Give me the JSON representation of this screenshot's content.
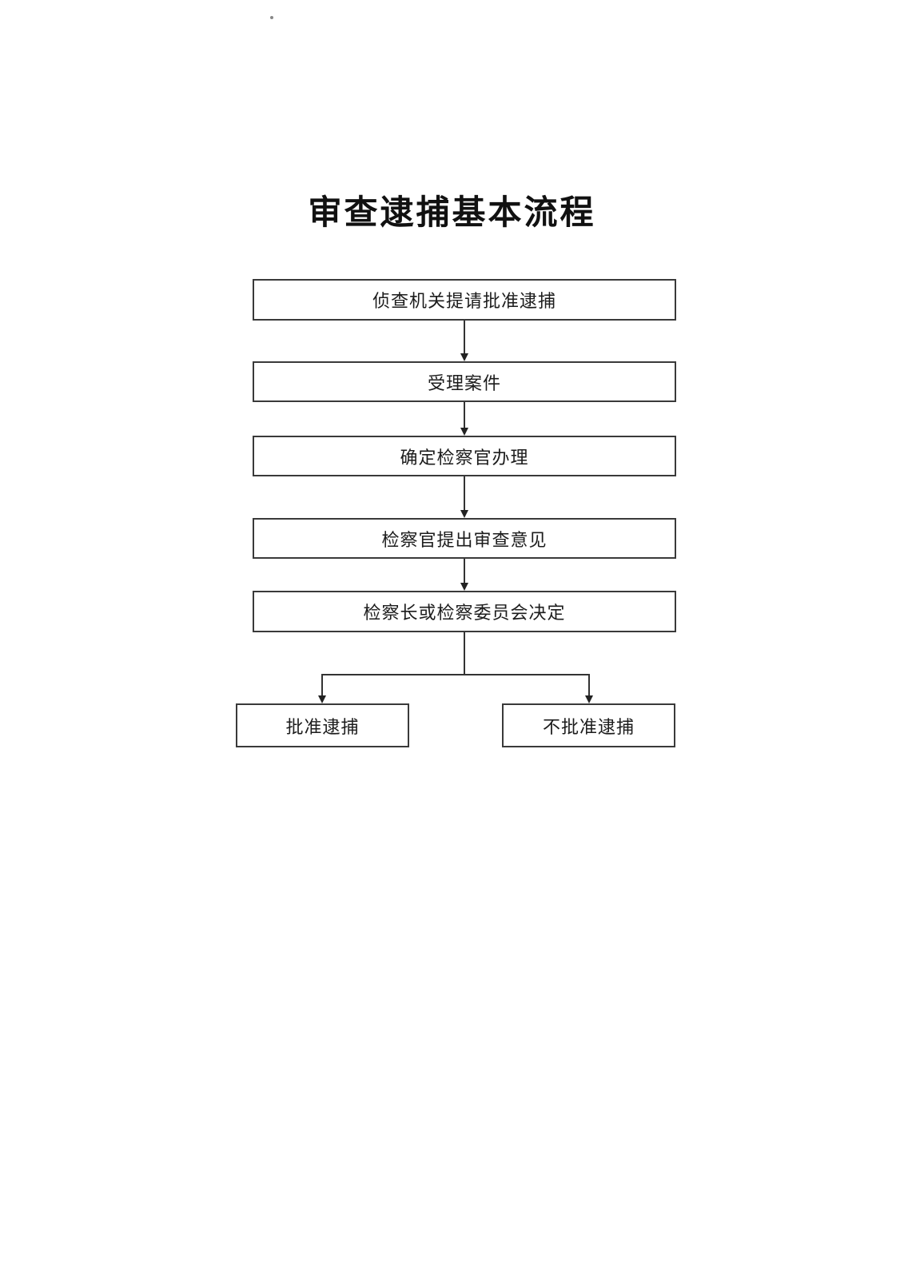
{
  "page": {
    "title": "审查逮捕基本流程"
  },
  "flowchart": {
    "nodes": [
      {
        "id": "request-approval",
        "label": "侦查机关提请批准逮捕"
      },
      {
        "id": "accept-case",
        "label": "受理案件"
      },
      {
        "id": "assign-prosecutor",
        "label": "确定检察官办理"
      },
      {
        "id": "prosecutor-opinion",
        "label": "检察官提出审查意见"
      },
      {
        "id": "chief-decision",
        "label": "检察长或检察委员会决定"
      },
      {
        "id": "approve-arrest",
        "label": "批准逮捕"
      },
      {
        "id": "disapprove-arrest",
        "label": "不批准逮捕"
      }
    ]
  }
}
